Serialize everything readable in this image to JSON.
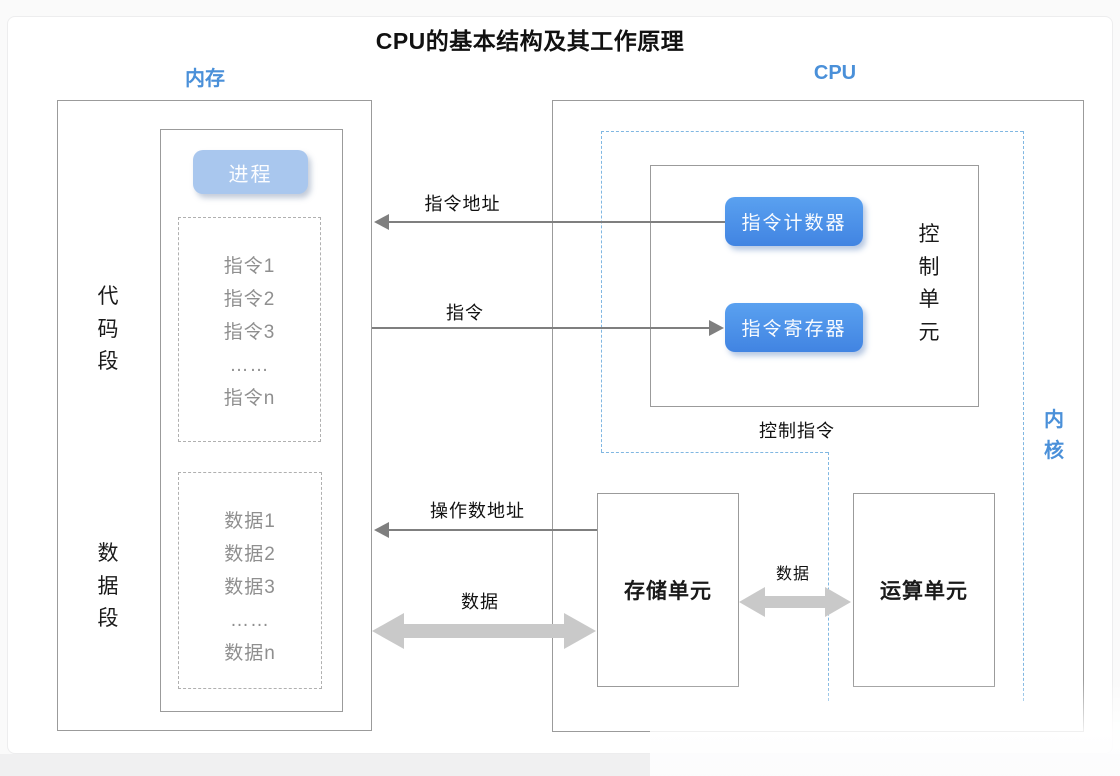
{
  "title": "CPU的基本结构及其工作原理",
  "colors": {
    "accent_blue": "#4a90d9",
    "button_blue": "#4b8fe2",
    "button_light_blue": "#a9c7ee",
    "line_gray": "#7f7f7f",
    "thick_arrow_gray": "#c9c9c9",
    "muted_text_gray": "#8f8f8f",
    "kernel_dash_blue": "#80b7e2"
  },
  "memory": {
    "label": "内存",
    "process_button": "进程",
    "code_segment": {
      "label": "代码段",
      "items": [
        "指令1",
        "指令2",
        "指令3",
        "……",
        "指令n"
      ]
    },
    "data_segment": {
      "label": "数据段",
      "items": [
        "数据1",
        "数据2",
        "数据3",
        "……",
        "数据n"
      ]
    }
  },
  "cpu": {
    "label": "CPU",
    "kernel_label": "内核",
    "control_unit": {
      "label": "控制单元",
      "instruction_counter": "指令计数器",
      "instruction_register": "指令寄存器",
      "output_label": "控制指令"
    },
    "storage_unit": "存储单元",
    "alu_unit": "运算单元"
  },
  "flows": {
    "instruction_address": "指令地址",
    "instruction": "指令",
    "operand_address": "操作数地址",
    "data_memory_storage": "数据",
    "data_storage_alu": "数据"
  }
}
